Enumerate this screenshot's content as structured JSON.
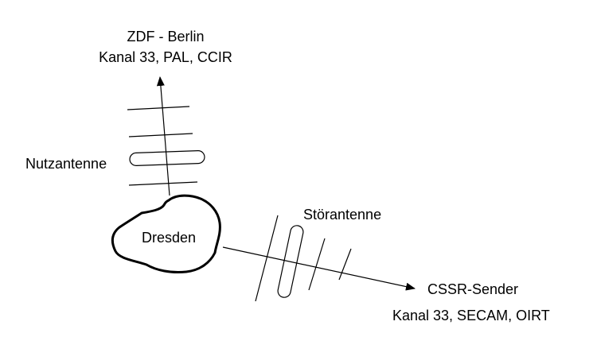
{
  "labels": {
    "north_line1": "ZDF - Berlin",
    "north_line2": "Kanal 33, PAL, CCIR",
    "nutzantenne": "Nutzantenne",
    "city": "Dresden",
    "stoerantenne": "Störantenne",
    "east_line1": "CSSR-Sender",
    "east_line2": "Kanal 33, SECAM, OIRT"
  },
  "colors": {
    "ink": "#000000",
    "background": "#ffffff"
  }
}
